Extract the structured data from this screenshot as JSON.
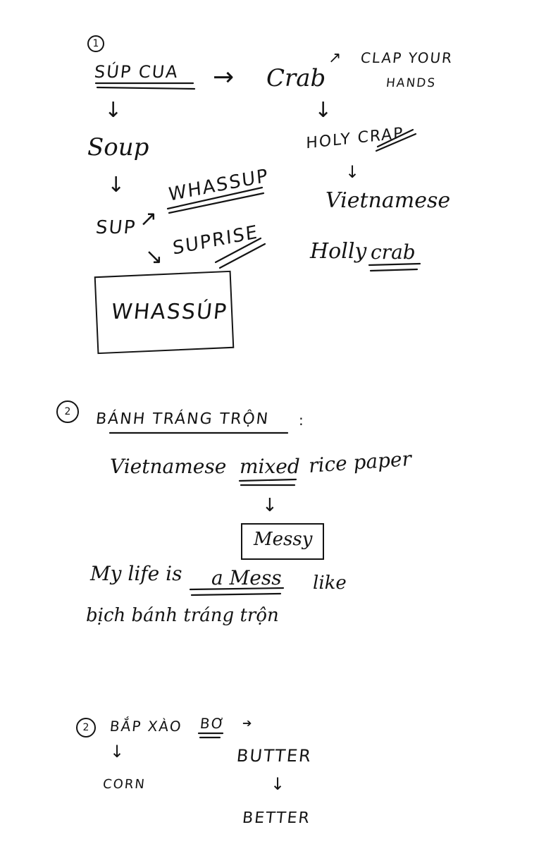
{
  "section1": {
    "number": "1",
    "title": "SÚP CUA",
    "crab": "Crab",
    "clap_line1": "CLAP YOUR",
    "clap_line2": "HANDS",
    "soup": "Soup",
    "holy_crap": "HOLY CRAP",
    "sup": "SUP",
    "whassup1": "WHASSUP",
    "vietnamese": "Vietnamese",
    "suprise": "SUPRISE",
    "holly": "Holly",
    "holly_crab": "crab",
    "boxed_whassup": "WHASSÚP"
  },
  "section2": {
    "number": "2",
    "title": "BÁNH TRÁNG TRỘN",
    "colon": ":",
    "translation_a": "Vietnamese",
    "translation_mixed": "mixed",
    "translation_b": "rice paper",
    "messy": "Messy",
    "line1_a": "My life is",
    "line1_b": "a Mess",
    "line1_c": "like",
    "line2": "bịch bánh tráng trộn"
  },
  "section3": {
    "number": "2",
    "title_a": "BẮP XÀO",
    "title_b": "BƠ",
    "corn": "CORN",
    "butter": "BUTTER",
    "better": "BETTER"
  },
  "icons": {
    "arrow_right": "→",
    "arrow_down": "↓",
    "arrow_up_right": "↗",
    "arrow_down_right": "↘",
    "arrow_small": "➔"
  }
}
